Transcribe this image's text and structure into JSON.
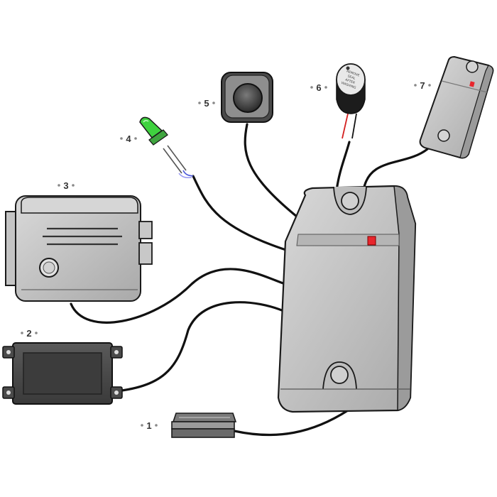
{
  "labels": {
    "l1": "1",
    "l2": "2",
    "l3": "3",
    "l4": "4",
    "l5": "5",
    "l6": "6",
    "l7": "7"
  },
  "buzzer_sticker": [
    "REMOVE",
    "SEAL",
    "AFTER",
    "WASHING"
  ],
  "colors": {
    "case_light": "#c8c8c8",
    "case_dark": "#8a8a8a",
    "outline": "#1a1a1a",
    "led_red": "#e8262d",
    "led_green": "#3fd23f",
    "cable": "#111111"
  }
}
